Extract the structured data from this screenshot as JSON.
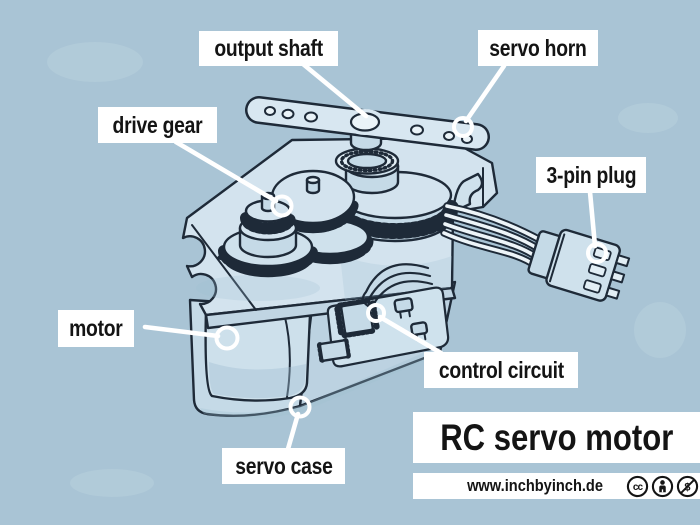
{
  "palette": {
    "background": "#a9c4d5",
    "body_fill": "#c5dae7",
    "body_light": "#d3e3ee",
    "outline": "#1e2a38",
    "label_background": "#ffffff",
    "label_text": "#141414",
    "leader_line": "#ffffff"
  },
  "labels": [
    {
      "id": "output-shaft",
      "text": "output shaft"
    },
    {
      "id": "servo-horn",
      "text": "servo horn"
    },
    {
      "id": "drive-gear",
      "text": "drive gear"
    },
    {
      "id": "three-pin-plug",
      "text": "3-pin plug"
    },
    {
      "id": "motor",
      "text": "motor"
    },
    {
      "id": "control-circuit",
      "text": "control circuit"
    },
    {
      "id": "servo-case",
      "text": "servo case"
    }
  ],
  "title": {
    "text": "RC servo motor"
  },
  "footer": {
    "website": "www.inchbyinch.de",
    "license_icons": [
      "cc-icon",
      "attribution-icon",
      "nc-icon"
    ],
    "icon_glyphs": {
      "cc": "cc",
      "nc": "$"
    }
  }
}
